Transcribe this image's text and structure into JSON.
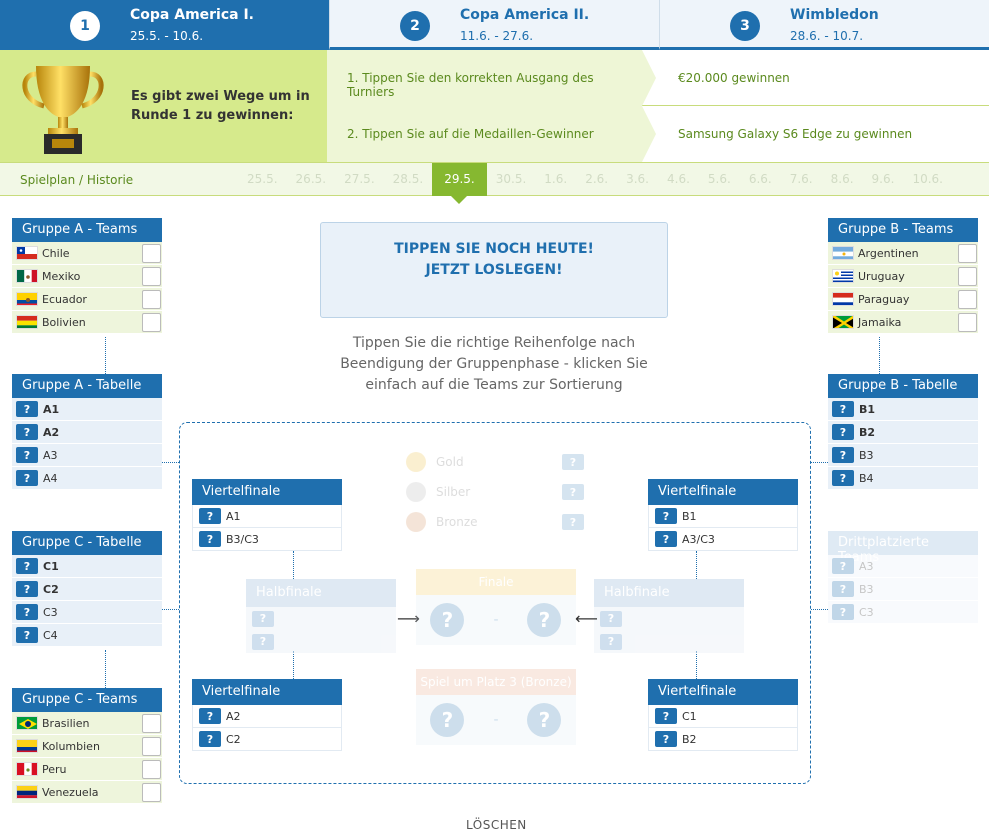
{
  "tabs": [
    {
      "num": "1",
      "title": "Copa America I.",
      "dates": "25.5. - 10.6.",
      "active": true
    },
    {
      "num": "2",
      "title": "Copa America II.",
      "dates": "11.6. - 27.6.",
      "active": false
    },
    {
      "num": "3",
      "title": "Wimbledon",
      "dates": "28.6. - 10.7.",
      "active": false
    }
  ],
  "promo": {
    "title": "Es gibt zwei Wege um in Runde 1 zu gewinnen:",
    "ways": [
      {
        "text": "1. Tippen Sie den korrekten Ausgang des Turniers",
        "prize": "€20.000 gewinnen"
      },
      {
        "text": "2. Tippen Sie auf die Medaillen-Gewinner",
        "prize": "Samsung Galaxy S6 Edge zu gewinnen"
      }
    ]
  },
  "datebar": {
    "label": "Spielplan / Historie",
    "dates": [
      "25.5.",
      "26.5.",
      "27.5.",
      "28.5.",
      "29.5.",
      "30.5.",
      "1.6.",
      "2.6.",
      "3.6.",
      "4.6.",
      "5.6.",
      "6.6.",
      "7.6.",
      "8.6.",
      "9.6.",
      "10.6."
    ],
    "active": "29.5."
  },
  "groupA_teams": {
    "title": "Gruppe A - Teams",
    "teams": [
      "Chile",
      "Mexiko",
      "Ecuador",
      "Bolivien"
    ],
    "flags": [
      "chile",
      "mexico",
      "ecuador",
      "bolivia"
    ]
  },
  "groupA_table": {
    "title": "Gruppe A - Tabelle",
    "rows": [
      "A1",
      "A2",
      "A3",
      "A4"
    ]
  },
  "groupC_table": {
    "title": "Gruppe C - Tabelle",
    "rows": [
      "C1",
      "C2",
      "C3",
      "C4"
    ]
  },
  "groupC_teams": {
    "title": "Gruppe C - Teams",
    "teams": [
      "Brasilien",
      "Kolumbien",
      "Peru",
      "Venezuela"
    ],
    "flags": [
      "brazil",
      "colombia",
      "peru",
      "venezuela"
    ]
  },
  "groupB_teams": {
    "title": "Gruppe B - Teams",
    "teams": [
      "Argentinen",
      "Uruguay",
      "Paraguay",
      "Jamaika"
    ],
    "flags": [
      "argentina",
      "uruguay",
      "paraguay",
      "jamaica"
    ]
  },
  "groupB_table": {
    "title": "Gruppe B - Tabelle",
    "rows": [
      "B1",
      "B2",
      "B3",
      "B4"
    ]
  },
  "third": {
    "title": "Drittplatzierte Teams",
    "rows": [
      "A3",
      "B3",
      "C3"
    ]
  },
  "cta": {
    "line1": "TIPPEN SIE NOCH HEUTE!",
    "line2": "JETZT LOSLEGEN!"
  },
  "instruction": "Tippen Sie die richtige Reihenfolge nach Beendigung der Gruppenphase - klicken Sie einfach auf die Teams zur Sortierung",
  "qf": {
    "title": "Viertelfinale",
    "tl": [
      "A1",
      "B3/C3"
    ],
    "tr": [
      "B1",
      "A3/C3"
    ],
    "bl": [
      "A2",
      "C2"
    ],
    "br": [
      "C1",
      "B2"
    ]
  },
  "hf": {
    "title": "Halbfinale"
  },
  "medals": [
    {
      "label": "Gold",
      "color": "#e8a800"
    },
    {
      "label": "Silber",
      "color": "#a0a0a0"
    },
    {
      "label": "Bronze",
      "color": "#c8702c"
    }
  ],
  "final": {
    "title": "Finale",
    "color": "#f2c94c"
  },
  "bronze_match": {
    "title": "Spiel um Platz 3 (Bronze)",
    "color": "#e8a07a"
  },
  "q": "?",
  "vs": "-",
  "arrow_right": "⟶",
  "arrow_left": "⟵",
  "clear": "LÖSCHEN"
}
